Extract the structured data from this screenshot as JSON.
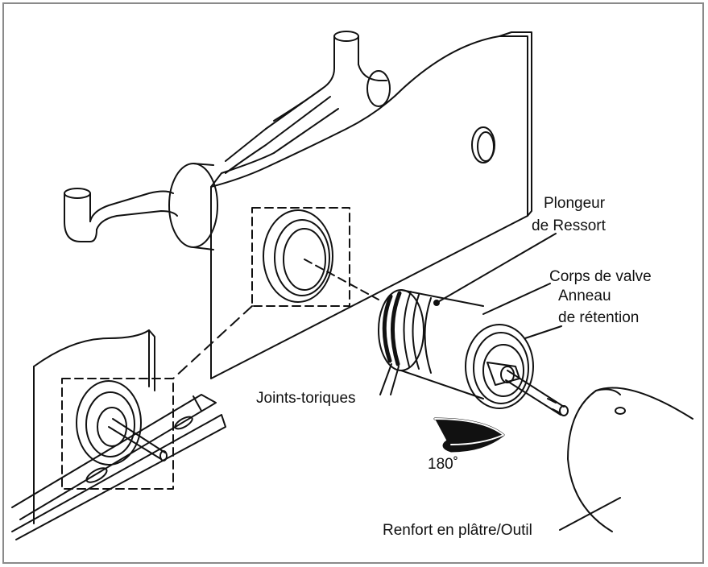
{
  "labels": {
    "spring_plunger_1": "Plongeur",
    "spring_plunger_2": "de Ressort",
    "valve_body": "Corps de valve",
    "retaining_ring_1": "Anneau",
    "retaining_ring_2": "de rétention",
    "o_rings": "Joints-toriques",
    "rotation": "180˚",
    "plaster_guard": "Renfort en plâtre/Outil"
  },
  "colors": {
    "line": "#111111",
    "frame": "#8a8a8a"
  }
}
